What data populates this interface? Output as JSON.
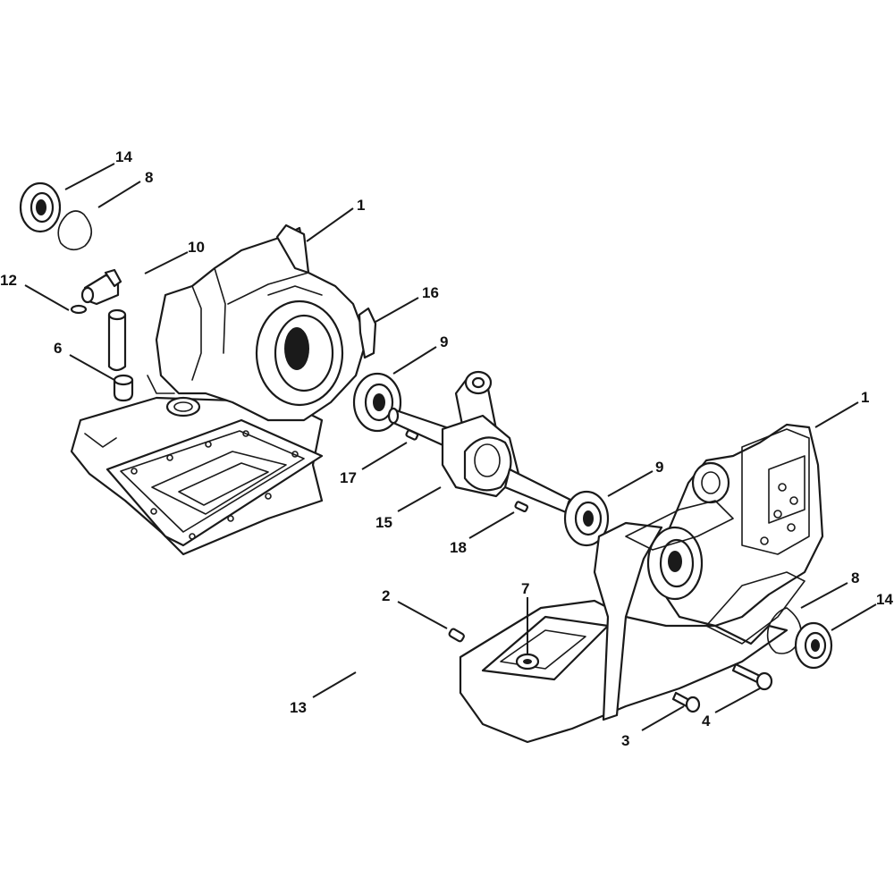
{
  "callouts": {
    "c14a": "14",
    "c8a": "8",
    "c1a": "1",
    "c10": "10",
    "c12": "12",
    "c16": "16",
    "c9a": "9",
    "c6": "6",
    "c1b": "1",
    "c17": "17",
    "c9b": "9",
    "c15": "15",
    "c18": "18",
    "c2": "2",
    "c7": "7",
    "c8b": "8",
    "c14b": "14",
    "c13": "13",
    "c4": "4",
    "c3": "3"
  }
}
